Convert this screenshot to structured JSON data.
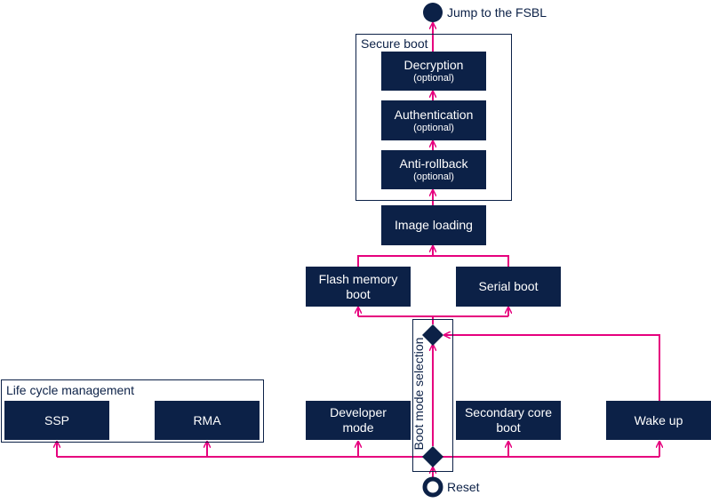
{
  "colors": {
    "box": "#0c2147",
    "arrow": "#e6007e",
    "text": "#0c2147"
  },
  "terminals": {
    "end_label": "Jump to the FSBL",
    "start_label": "Reset"
  },
  "secure_boot": {
    "title": "Secure boot",
    "decryption": {
      "label": "Decryption",
      "note": "(optional)"
    },
    "authentication": {
      "label": "Authentication",
      "note": "(optional)"
    },
    "anti_rollback": {
      "label": "Anti-rollback",
      "note": "(optional)"
    }
  },
  "image_loading": "Image loading",
  "flash_boot": {
    "line1": "Flash memory",
    "line2": "boot"
  },
  "serial_boot": "Serial boot",
  "boot_mode_selection": "Boot mode selection",
  "life_cycle": {
    "title": "Life cycle management",
    "ssp": "SSP",
    "rma": "RMA"
  },
  "developer_mode": {
    "line1": "Developer",
    "line2": "mode"
  },
  "secondary_core": {
    "line1": "Secondary core",
    "line2": "boot"
  },
  "wake_up": "Wake up"
}
